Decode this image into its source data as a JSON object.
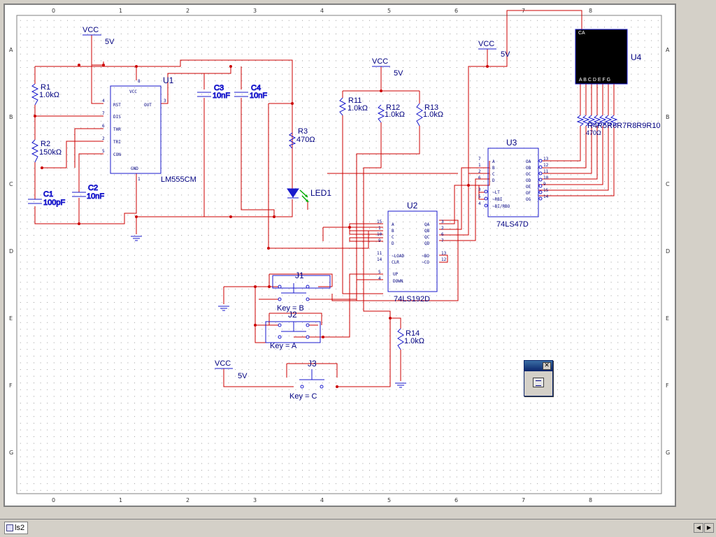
{
  "ruler": {
    "top_numbers": [
      "0",
      "1",
      "2",
      "3",
      "4",
      "5",
      "6",
      "7",
      "8"
    ],
    "side_letters": [
      "A",
      "B",
      "C",
      "D",
      "E",
      "F",
      "G"
    ]
  },
  "components": {
    "vcc1": {
      "label": "VCC",
      "value": "5V"
    },
    "vcc2": {
      "label": "VCC",
      "value": "5V"
    },
    "vcc3": {
      "label": "VCC",
      "value": "5V"
    },
    "vcc4": {
      "label": "VCC",
      "value": "5V"
    },
    "r1": {
      "ref": "R1",
      "value": "1.0kΩ"
    },
    "r2": {
      "ref": "R2",
      "value": "150kΩ"
    },
    "r3": {
      "ref": "R3",
      "value": "470Ω"
    },
    "r11": {
      "ref": "R11",
      "value": "1.0kΩ"
    },
    "r12": {
      "ref": "R12",
      "value": "1.0kΩ"
    },
    "r13": {
      "ref": "R13",
      "value": "1.0kΩ"
    },
    "r14": {
      "ref": "R14",
      "value": "1.0kΩ"
    },
    "c1": {
      "ref": "C1",
      "value": "100pF"
    },
    "c2": {
      "ref": "C2",
      "value": "10nF"
    },
    "c3": {
      "ref": "C3",
      "value": "10nF"
    },
    "c4": {
      "ref": "C4",
      "value": "10nF"
    },
    "led1": {
      "ref": "LED1"
    },
    "u1": {
      "ref": "U1",
      "part": "LM555CM",
      "pins": [
        "VCC",
        "RST",
        "DIS",
        "THR",
        "TRI",
        "CON",
        "OUT",
        "GND"
      ],
      "pin_numbers": [
        "8",
        "4",
        "7",
        "6",
        "2",
        "5",
        "3",
        "1"
      ]
    },
    "u2": {
      "ref": "U2",
      "part": "74LS192D",
      "pins_left": [
        "A",
        "B",
        "C",
        "D",
        "~LOAD",
        "CLR",
        "UP",
        "DOWN"
      ],
      "pins_right": [
        "QA",
        "QB",
        "QC",
        "QD",
        "~BO",
        "~CO"
      ],
      "pin_numbers_left": [
        "15",
        "1",
        "10",
        "9",
        "11",
        "14",
        "5",
        "4"
      ],
      "pin_numbers_right": [
        "3",
        "2",
        "6",
        "7",
        "13",
        "12"
      ]
    },
    "u3": {
      "ref": "U3",
      "part": "74LS47D",
      "pins_left": [
        "A",
        "B",
        "C",
        "D",
        "~LT",
        "~RBI",
        "~BI/RBO"
      ],
      "pins_right": [
        "OA",
        "OB",
        "OC",
        "OD",
        "OE",
        "OF",
        "OG"
      ],
      "pin_numbers_left": [
        "7",
        "1",
        "2",
        "6",
        "3",
        "5",
        "4"
      ],
      "pin_numbers_right": [
        "13",
        "12",
        "11",
        "10",
        "9",
        "15",
        "14"
      ]
    },
    "u4": {
      "ref": "U4",
      "top_label": "CA",
      "segments": "A B C D E F G"
    },
    "rbank": {
      "refs": "R4 R5 R6 R7 R8 R9 R10",
      "overlap_text": "R4R5R6R7R8R9R10",
      "values": "470Ω"
    },
    "j1": {
      "ref": "J1",
      "key": "Key = B"
    },
    "j2": {
      "ref": "J2",
      "key": "Key = A"
    },
    "j3": {
      "ref": "J3",
      "key": "Key = C"
    }
  },
  "mini_window": {
    "close_glyph": "✕"
  },
  "statusbar": {
    "sheet_tab": "ls2",
    "scroll_left": "◀",
    "scroll_right": "▶"
  }
}
